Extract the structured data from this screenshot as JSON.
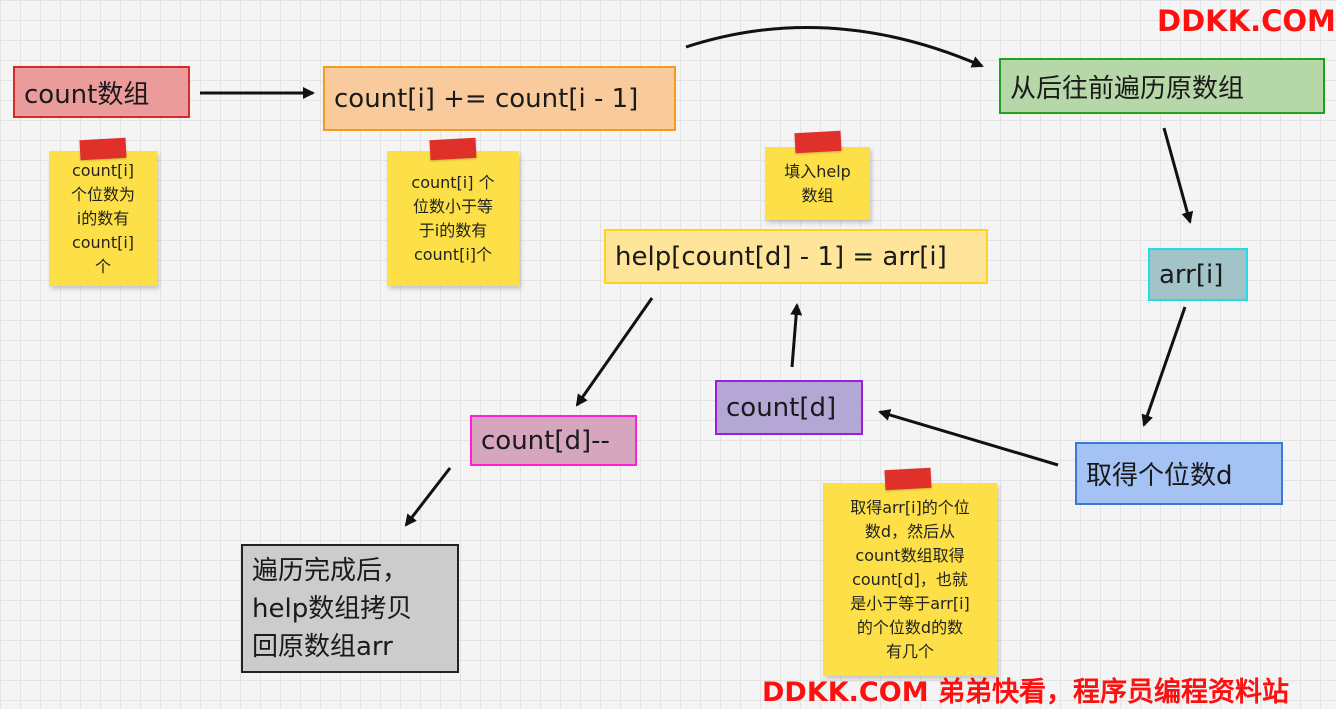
{
  "watermark_top": "DDKK.COM",
  "watermark_bottom": "DDKK.COM 弟弟快看，程序员编程资料站",
  "boxes": {
    "count_array": "count数组",
    "cumulative": "count[i] += count[i - 1]",
    "traverse": "从后往前遍历原数组",
    "arr_i": "arr[i]",
    "get_digit": "取得个位数d",
    "count_d": "count[d]",
    "help_assign": "help[count[d] - 1] = arr[i]",
    "count_d_dec": "count[d]--",
    "copy_back": "遍历完成后，\nhelp数组拷贝\n回原数组arr"
  },
  "notes": {
    "note1": "count[i]\n个位数为\ni的数有\ncount[i]\n个",
    "note2": "count[i] 个\n位数小于等\n于i的数有\ncount[i]个",
    "note3": "填入help\n数组",
    "note4": "取得arr[i]的个位\n数d，然后从\ncount数组取得\ncount[d]，也就\n是小于等于arr[i]\n的个位数d的数\n有几个"
  },
  "colors": {
    "red_fill": "#ec9b9b",
    "red_border": "#d42b2b",
    "orange_fill": "#f9cb9c",
    "orange_border": "#f19b1f",
    "green_fill": "#b6d7a8",
    "green_border": "#1ea21e",
    "teal_fill": "#a2c4c9",
    "teal_border": "#22dde8",
    "blue_fill": "#a4c2f4",
    "blue_border": "#3c78d8",
    "purple_fill": "#b4a7d6",
    "purple_border": "#9b1fd6",
    "yellow_fill": "#ffe599",
    "yellow_border": "#ffd21f",
    "pink_fill": "#d5a6bd",
    "pink_border": "#ff1fd6",
    "gray_fill": "#cccccc",
    "gray_border": "#222222",
    "note_fill": "#fde047",
    "tape": "#e0302a",
    "watermark": "#ff1010"
  }
}
